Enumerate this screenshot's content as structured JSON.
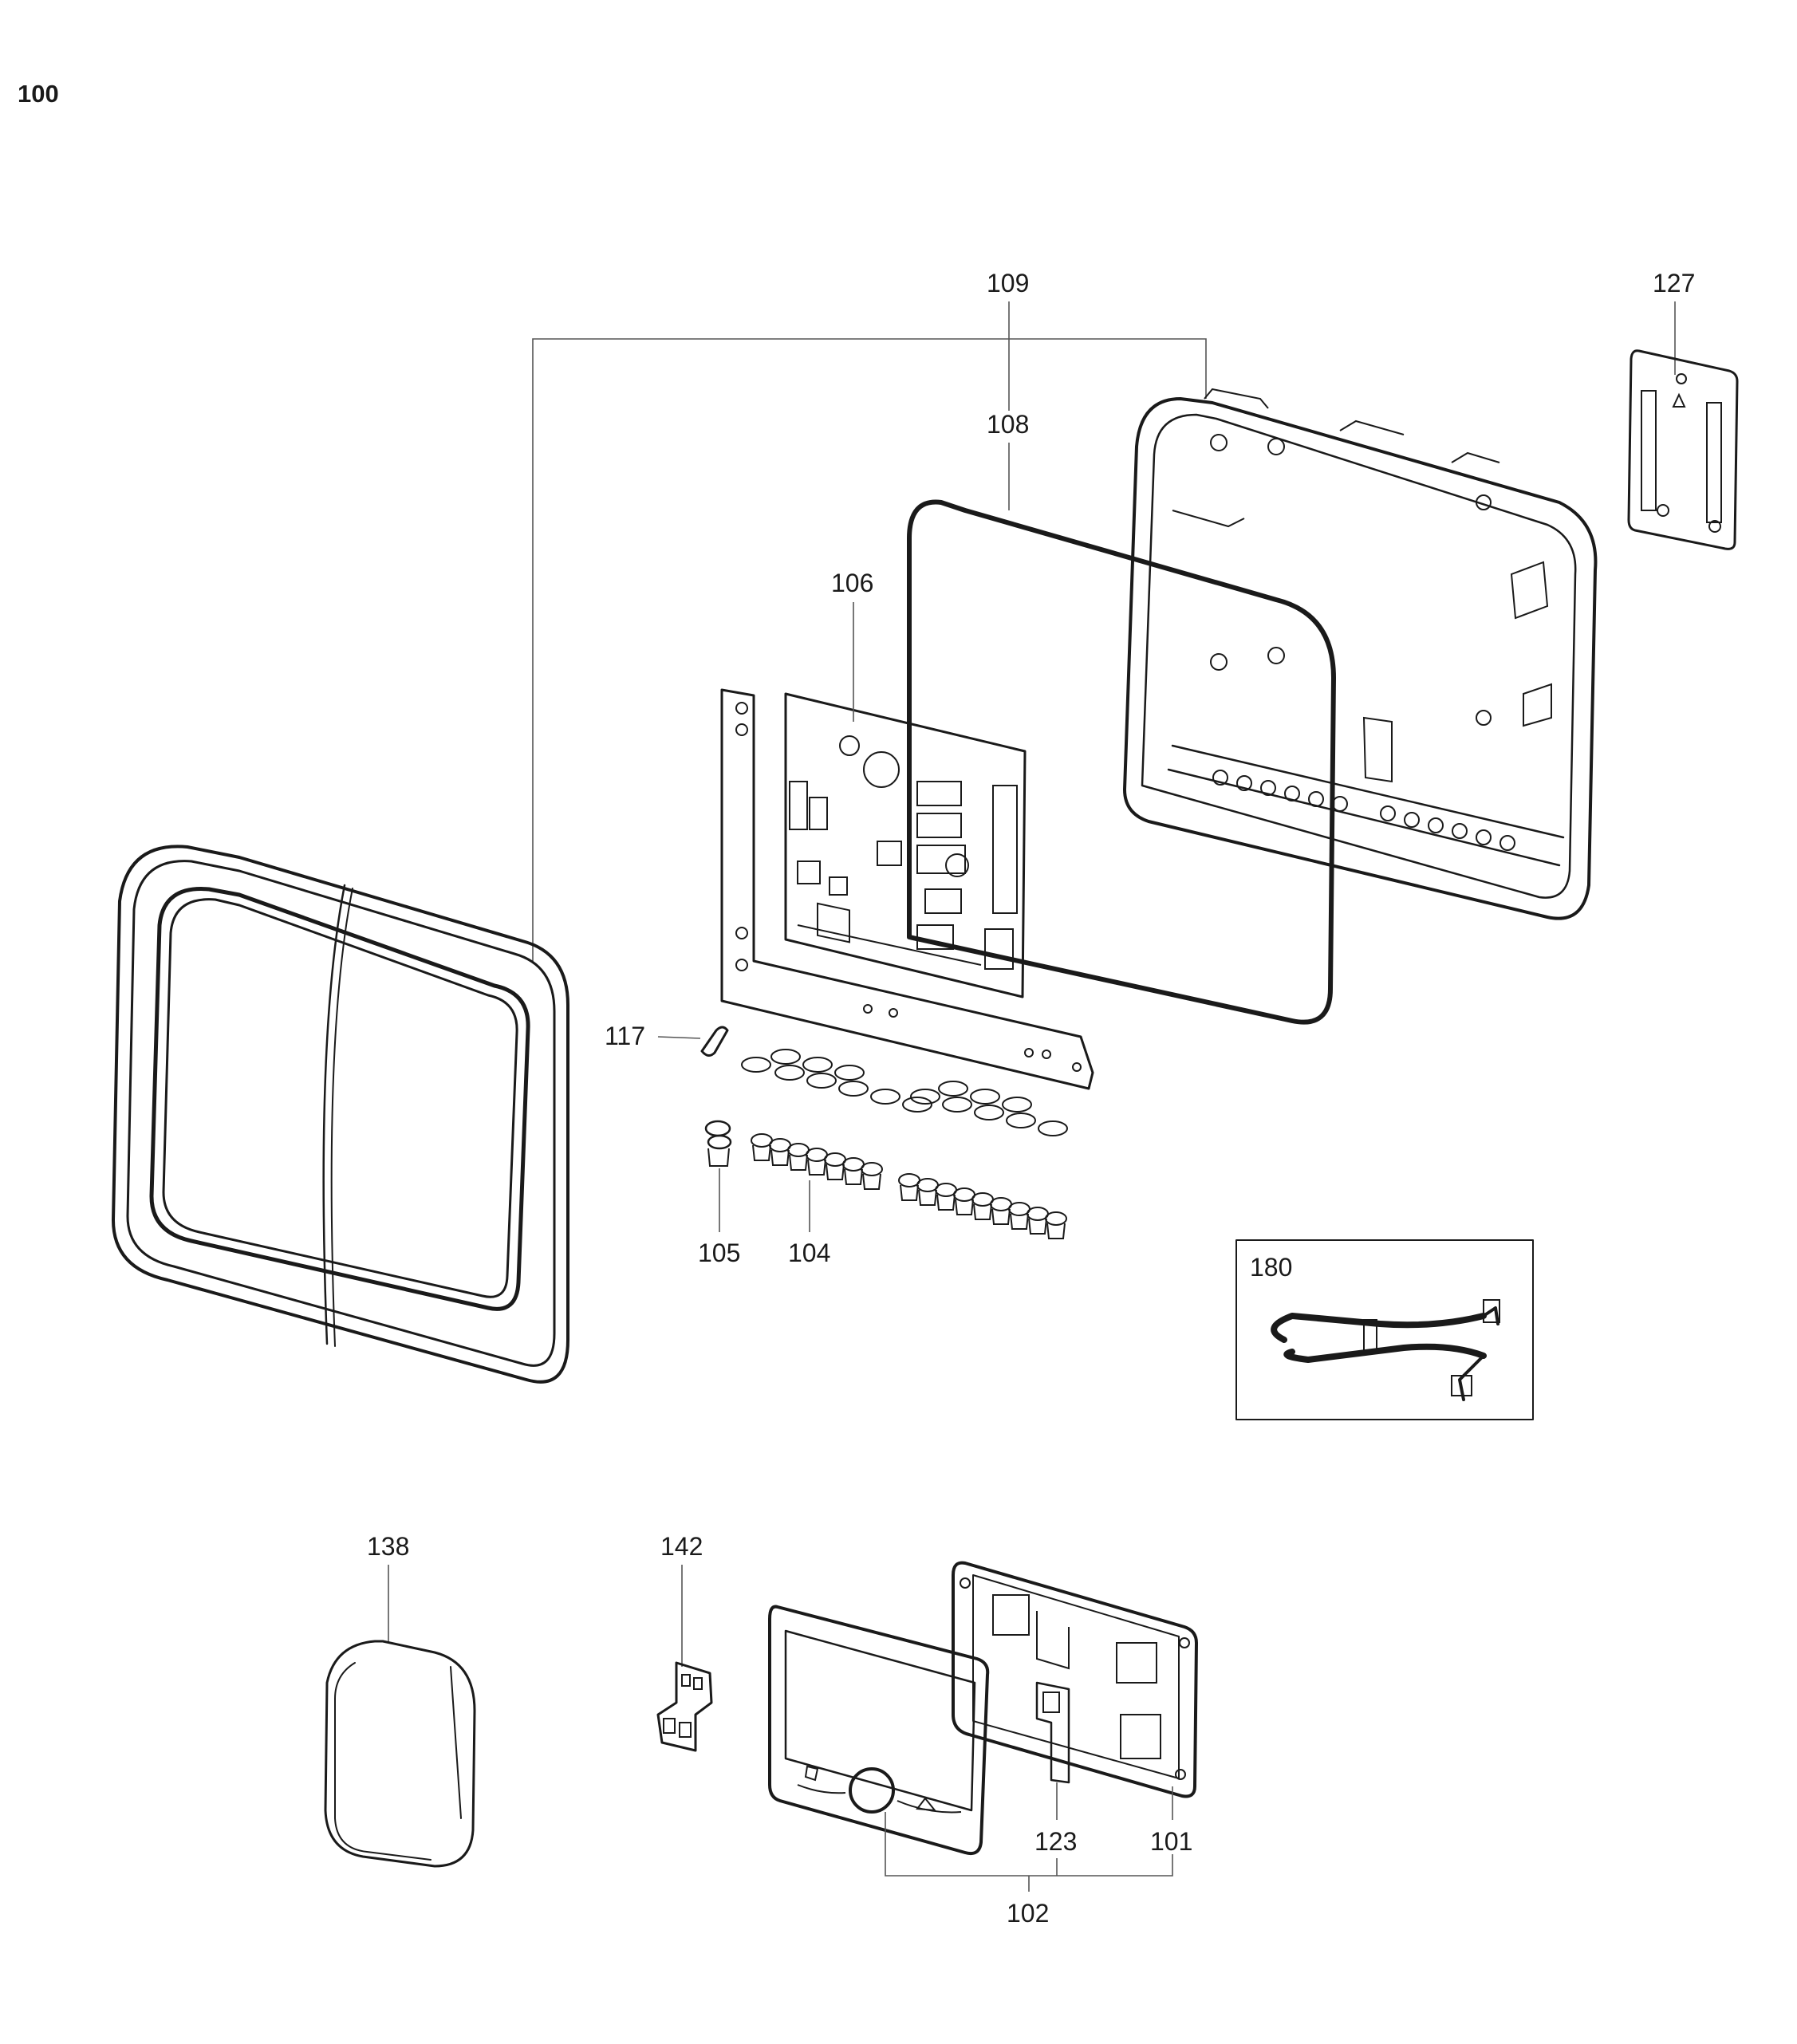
{
  "diagram_number": "100",
  "callouts": {
    "c100": "100",
    "c101": "101",
    "c102": "102",
    "c104": "104",
    "c105": "105",
    "c106": "106",
    "c108": "108",
    "c109": "109",
    "c117": "117",
    "c123": "123",
    "c127": "127",
    "c138": "138",
    "c142": "142",
    "c180": "180"
  },
  "colors": {
    "line": "#1a1a1a",
    "leader": "#555555",
    "background": "#ffffff"
  }
}
